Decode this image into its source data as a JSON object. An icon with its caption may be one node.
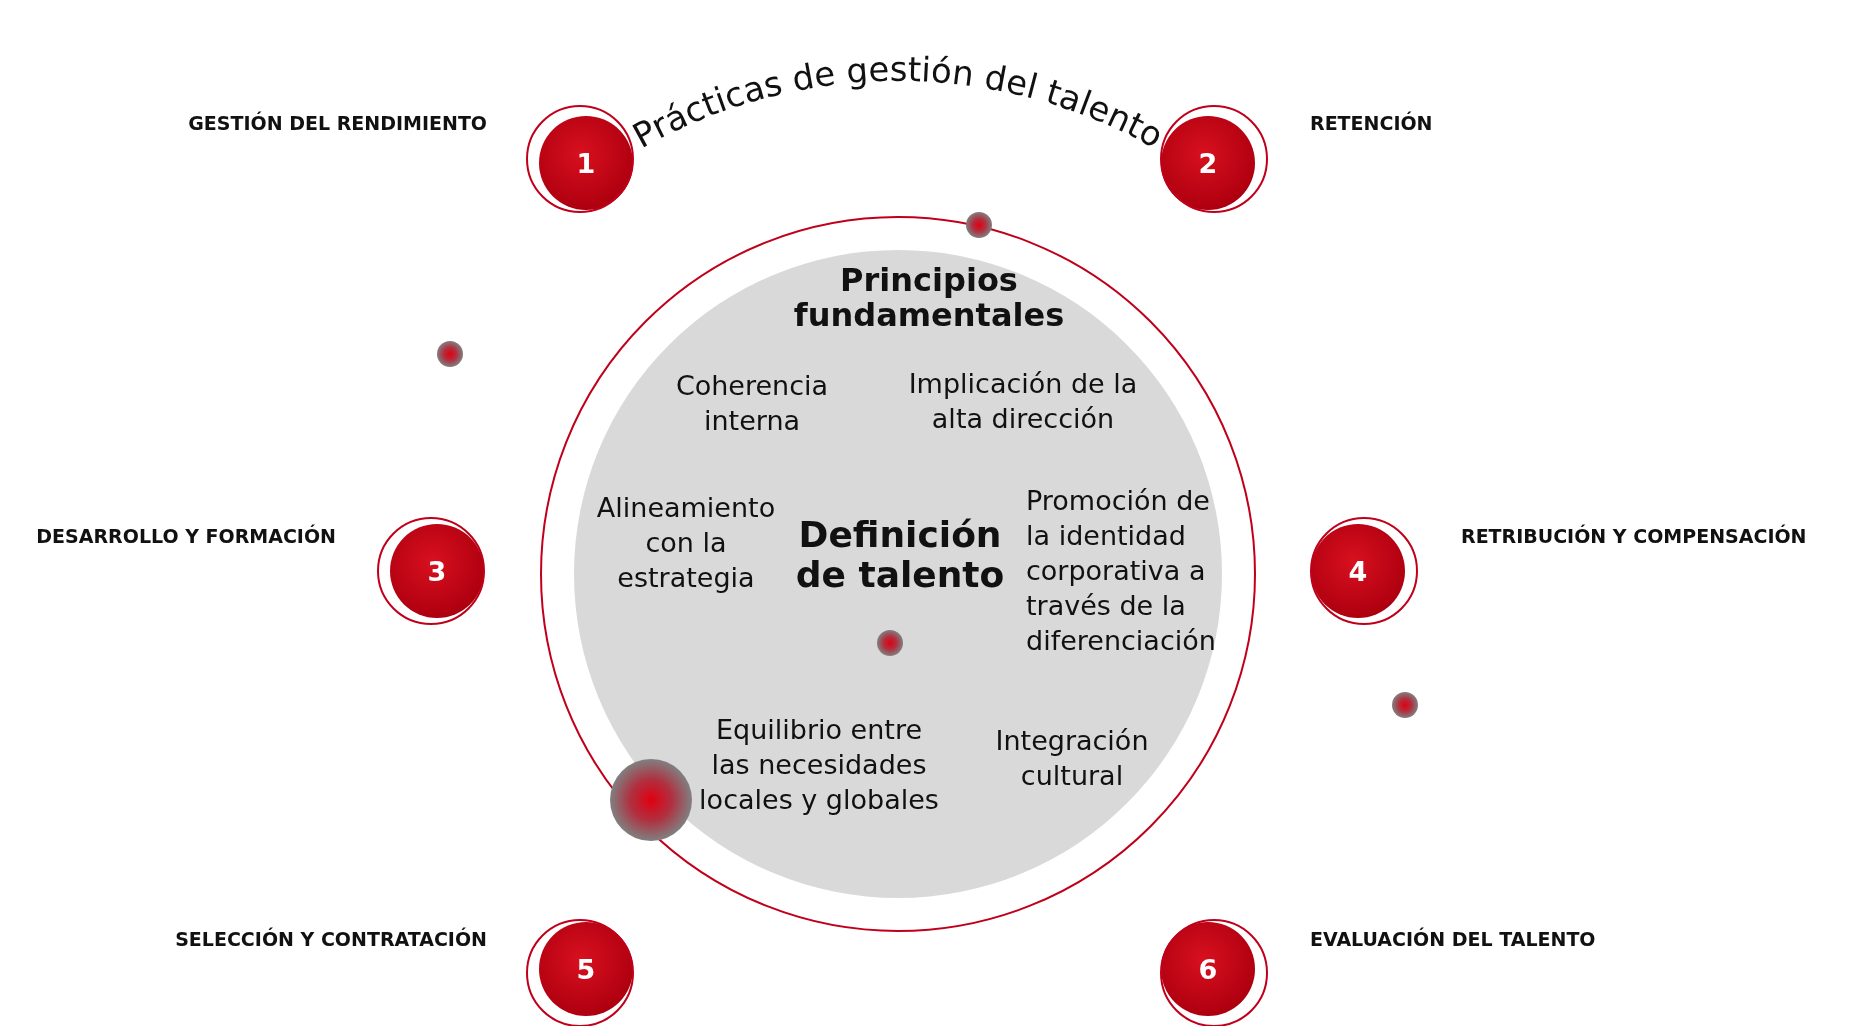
{
  "diagram": {
    "title": "Prácticas de gestión del talento",
    "nodes": [
      {
        "text": [
          "Principios fundamentales",
          "Coherencia interna",
          "Implicación de la alta dirección",
          "Alineamiento con la estrategia",
          "Definición de talento",
          "Promoción de la identidad corporativa a través de la diferenciación",
          "Equilibrio entre las necesidades locales y globales",
          "Integración cultural"
        ]
      },
      {
        "text": [
          "1"
        ],
        "beside": [
          "GESTIÓN DEL RENDIMIENTO"
        ]
      },
      {
        "text": [
          "2"
        ],
        "beside": [
          "RETENCIÓN"
        ]
      },
      {
        "text": [
          "3"
        ],
        "beside": [
          "DESARROLLO Y FORMACIÓN"
        ]
      },
      {
        "text": [
          "4"
        ],
        "beside": [
          "RETRIBUCIÓN Y COMPENSACIÓN"
        ]
      },
      {
        "text": [
          "5"
        ],
        "beside": [
          "SELECCIÓN Y CONTRATACIÓN"
        ]
      },
      {
        "text": [
          "6"
        ],
        "beside": [
          "EVALUACIÓN DEL TALENTO"
        ]
      }
    ],
    "edges": []
  }
}
